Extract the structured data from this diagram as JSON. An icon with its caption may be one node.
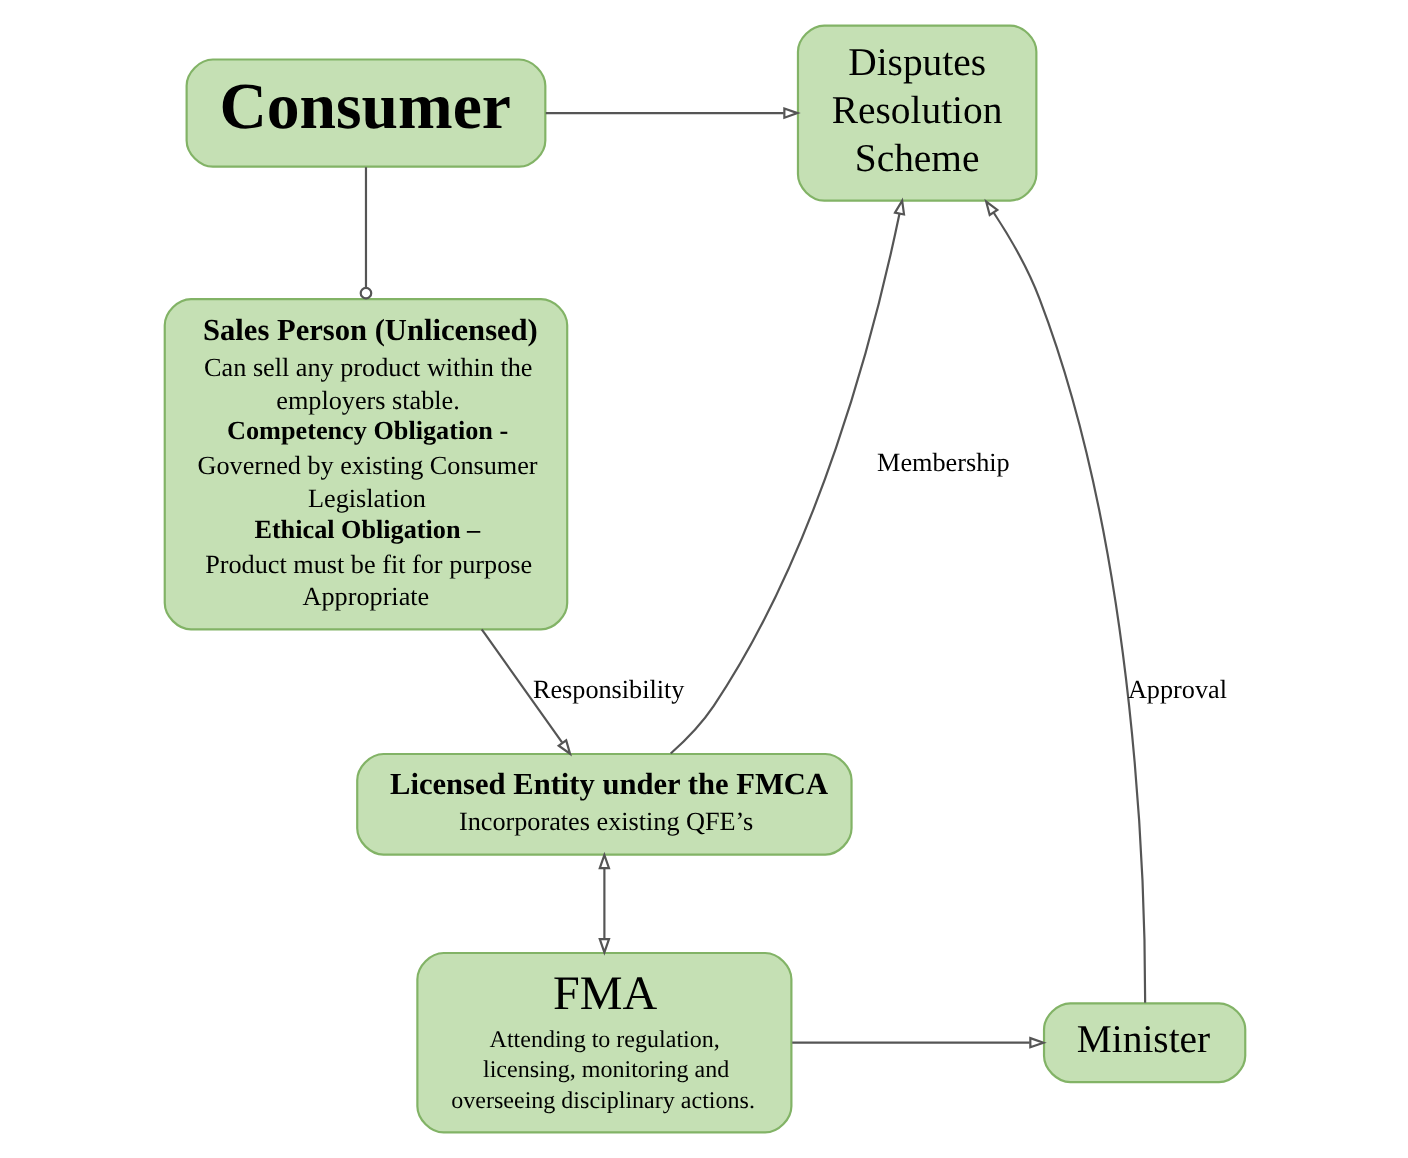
{
  "diagram": {
    "nodes": [
      {
        "text": [
          "Consumer"
        ]
      },
      {
        "text": [
          "Sales Person (Unlicensed)",
          "Can sell any product within the employers stable.",
          "Competency Obligation -",
          "Governed by existing Consumer Legislation",
          "Ethical Obligation –",
          "Product must be fit for purpose Appropriate"
        ]
      },
      {
        "text": [
          "Disputes Resolution Scheme"
        ]
      },
      {
        "text": [
          "Licensed Entity under the FMCA",
          "Incorporates existing QFE’s"
        ]
      },
      {
        "text": [
          "FMA",
          "Attending to regulation, licensing, monitoring and overseeing disciplinary actions."
        ]
      },
      {
        "text": [
          "Minister"
        ]
      }
    ],
    "edges": [
      {
        "from": 0,
        "to": 2,
        "arrow": "to"
      },
      {
        "from": 0,
        "to": 1,
        "arrow": "other"
      },
      {
        "from": 1,
        "to": 3,
        "arrow": "to",
        "label": "Responsibility"
      },
      {
        "from": 3,
        "to": 4,
        "arrow": "both"
      },
      {
        "from": 3,
        "to": 2,
        "arrow": "to",
        "label": "Membership"
      },
      {
        "from": 4,
        "to": 5,
        "arrow": "to"
      },
      {
        "from": 5,
        "to": 2,
        "arrow": "to",
        "label": "Approval"
      }
    ]
  }
}
